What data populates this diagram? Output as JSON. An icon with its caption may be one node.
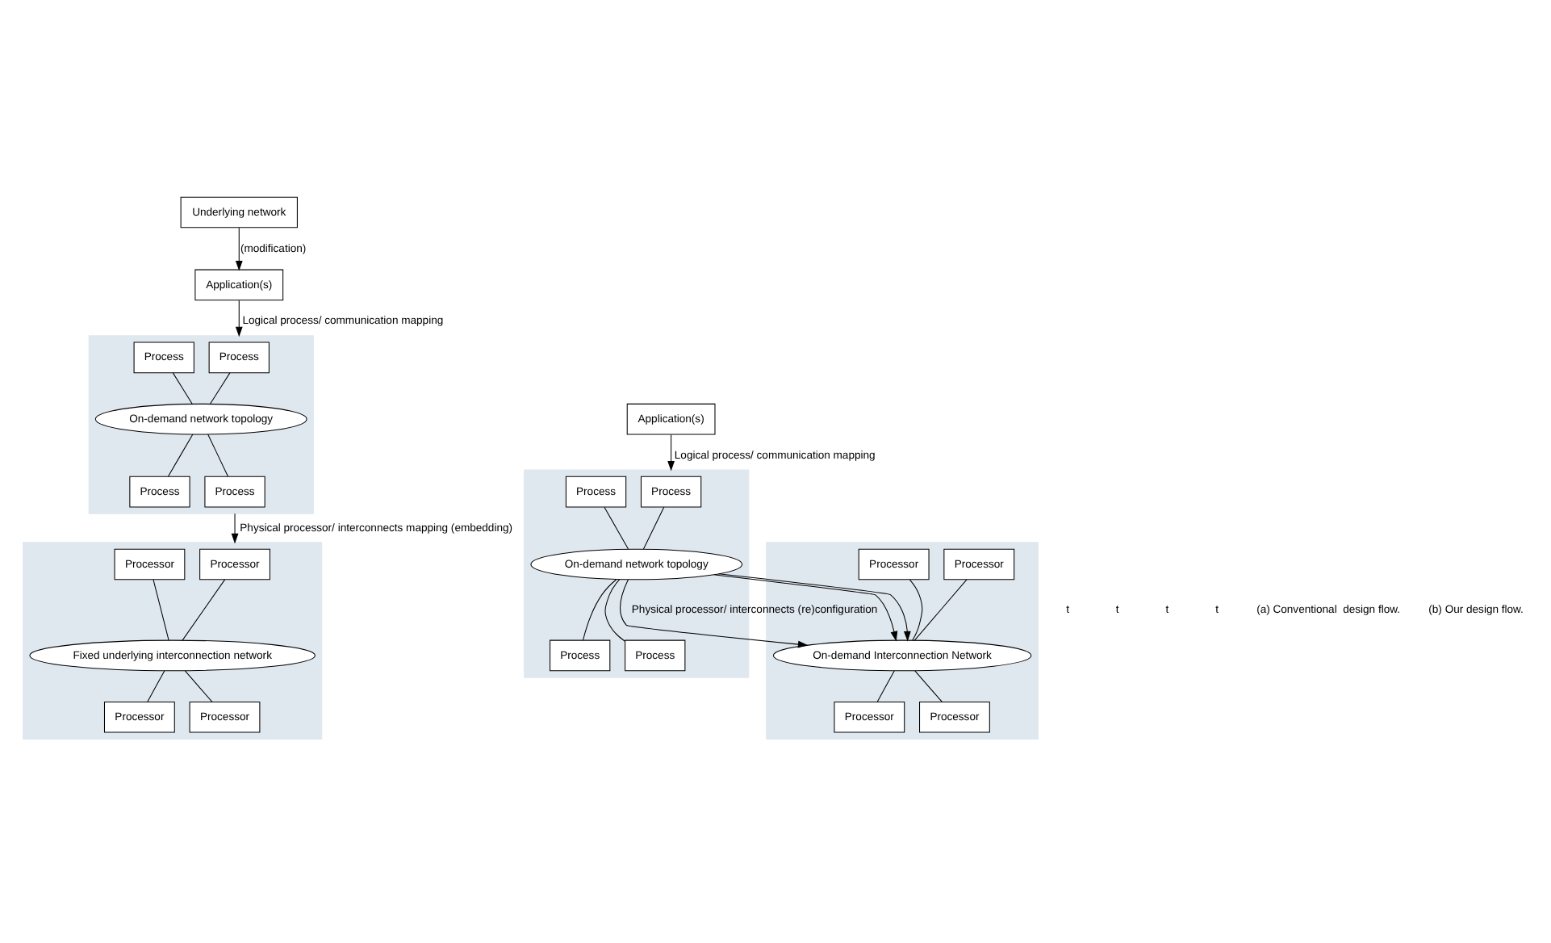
{
  "diagram": {
    "nodes": [
      {
        "text": [
          "Application(s)"
        ]
      },
      {
        "text": [
          "Underlying network"
        ]
      },
      {
        "text": [],
        "shape": "box"
      },
      {
        "text": [
          "Process"
        ],
        "in": 2
      },
      {
        "text": [
          "Process"
        ],
        "in": 2
      },
      {
        "text": [
          "On-demand network topology"
        ],
        "in": 2
      },
      {
        "text": [
          "Process"
        ],
        "in": 2
      },
      {
        "text": [
          "Process"
        ],
        "in": 2
      },
      {
        "text": [],
        "shape": "box"
      },
      {
        "text": [
          "Processor"
        ],
        "in": 8
      },
      {
        "text": [
          "Processor"
        ],
        "in": 8
      },
      {
        "text": [
          "Fixed underlying interconnection network"
        ],
        "in": 8
      },
      {
        "text": [
          "Processor"
        ],
        "in": 8
      },
      {
        "text": [
          "Processor"
        ],
        "in": 8
      },
      {
        "text": [
          "Application(s)"
        ]
      },
      {
        "text": [],
        "shape": "box"
      },
      {
        "text": [
          "Process"
        ],
        "in": 15
      },
      {
        "text": [
          "Process"
        ],
        "in": 15
      },
      {
        "text": [
          "On-demand network topology"
        ],
        "in": 15
      },
      {
        "text": [
          "Process"
        ],
        "in": 15
      },
      {
        "text": [
          "Process"
        ],
        "in": 15
      },
      {
        "text": [],
        "shape": "box"
      },
      {
        "text": [
          "Processor"
        ],
        "in": 21
      },
      {
        "text": [
          "Processor"
        ],
        "in": 21
      },
      {
        "text": [
          "On-demand Interconnection Network"
        ],
        "in": 21
      },
      {
        "text": [
          "Processor"
        ],
        "in": 21
      },
      {
        "text": [
          "Processor"
        ],
        "in": 21
      }
    ],
    "edges": [
      {
        "from": 1,
        "to": 0,
        "arrow": "to",
        "label": "(modification)"
      },
      {
        "from": 0,
        "to": 2,
        "arrow": "to",
        "label": "Logical process/ communication mapping"
      },
      {
        "from": 3,
        "to": 5,
        "arrow": "none"
      },
      {
        "from": 4,
        "to": 5,
        "arrow": "none"
      },
      {
        "from": 5,
        "to": 6,
        "arrow": "none"
      },
      {
        "from": 5,
        "to": 7,
        "arrow": "none"
      },
      {
        "from": 2,
        "to": 8,
        "arrow": "to",
        "label": "Physical processor/ interconnects mapping (embedding)"
      },
      {
        "from": 9,
        "to": 11,
        "arrow": "none"
      },
      {
        "from": 10,
        "to": 11,
        "arrow": "none"
      },
      {
        "from": 11,
        "to": 12,
        "arrow": "none"
      },
      {
        "from": 11,
        "to": 13,
        "arrow": "none"
      },
      {
        "from": 14,
        "to": 15,
        "arrow": "to",
        "label": "Logical process/ communication mapping"
      },
      {
        "from": 16,
        "to": 18,
        "arrow": "none"
      },
      {
        "from": 17,
        "to": 18,
        "arrow": "none"
      },
      {
        "from": 18,
        "to": 19,
        "arrow": "none"
      },
      {
        "from": 18,
        "to": 20,
        "arrow": "none"
      },
      {
        "from": 18,
        "to": 24,
        "arrow": "to",
        "label": "Physical processor/ interconnects (re)configuration"
      },
      {
        "from": 18,
        "to": 24,
        "arrow": "to"
      },
      {
        "from": 18,
        "to": 24,
        "arrow": "to"
      },
      {
        "from": 22,
        "to": 24,
        "arrow": "none"
      },
      {
        "from": 23,
        "to": 24,
        "arrow": "none"
      },
      {
        "from": 24,
        "to": 25,
        "arrow": "none"
      },
      {
        "from": 24,
        "to": 26,
        "arrow": "none"
      }
    ],
    "labels": [
      "t",
      "t",
      "t",
      "t",
      "(a) Conventional  design flow.",
      "(b) Our design flow."
    ]
  }
}
